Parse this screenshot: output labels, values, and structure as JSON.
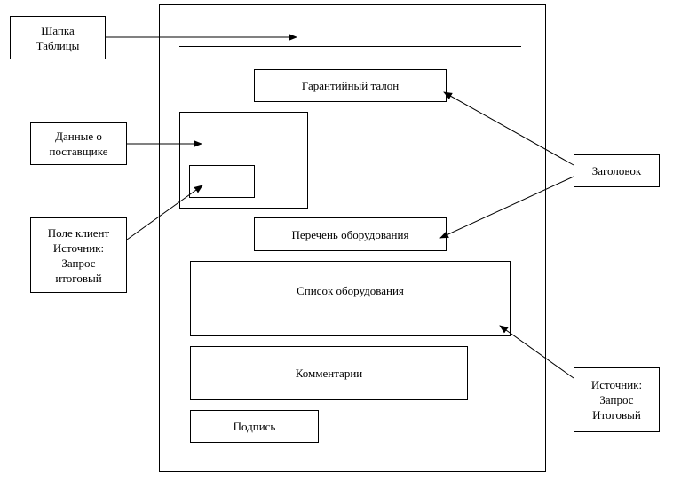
{
  "diagram": {
    "page_blocks": {
      "title": "Гарантийный талон",
      "equipment_heading": "Перечень оборудования",
      "equipment_list": "Список оборудования",
      "comments": "Комментарии",
      "signature": "Подпись"
    },
    "callouts": {
      "header": "Шапка\nТаблицы",
      "supplier": "Данные о\nпоставщике",
      "client_field": "Поле клиент\nИсточник:\nЗапрос\nитоговый",
      "heading": "Заголовок",
      "source": "Источник:\nЗапрос\nИтоговый"
    }
  }
}
